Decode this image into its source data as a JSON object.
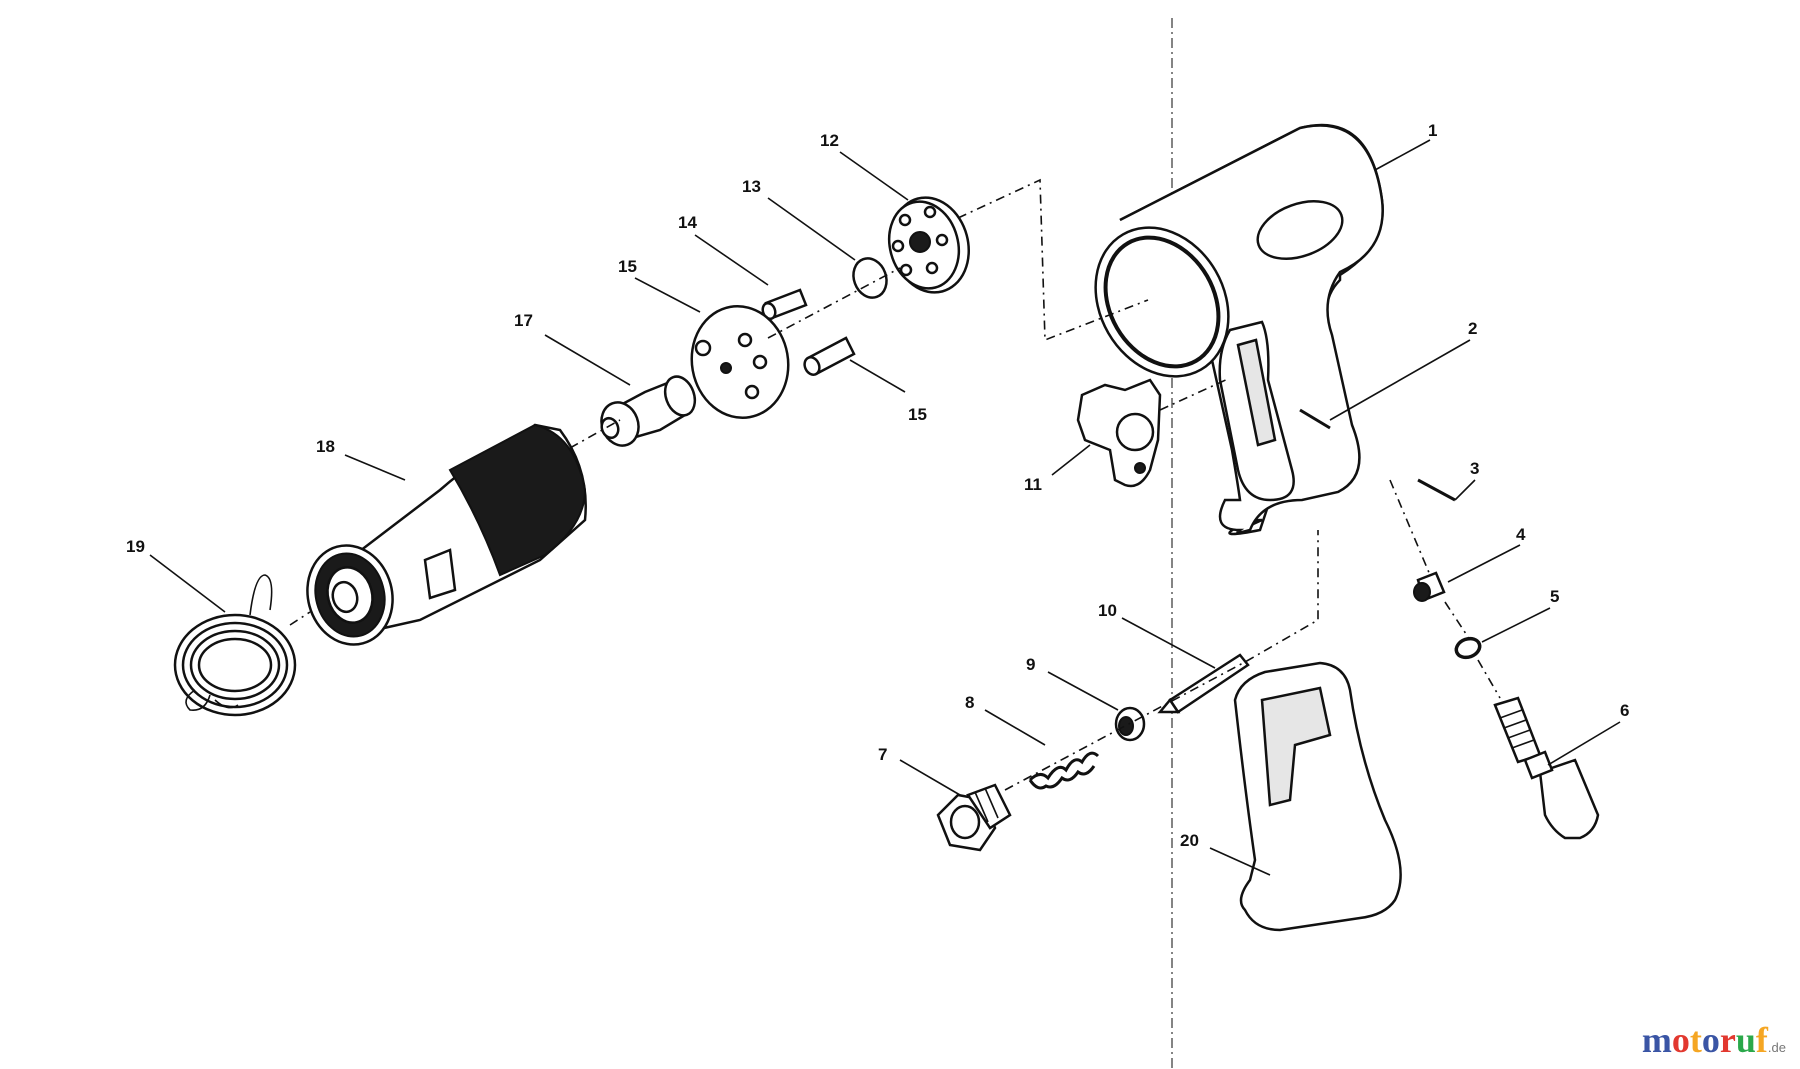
{
  "diagram": {
    "callouts": [
      {
        "id": "1",
        "label": "1"
      },
      {
        "id": "2",
        "label": "2"
      },
      {
        "id": "3",
        "label": "3"
      },
      {
        "id": "4",
        "label": "4"
      },
      {
        "id": "5",
        "label": "5"
      },
      {
        "id": "6",
        "label": "6"
      },
      {
        "id": "7",
        "label": "7"
      },
      {
        "id": "8",
        "label": "8"
      },
      {
        "id": "9",
        "label": "9"
      },
      {
        "id": "10",
        "label": "10"
      },
      {
        "id": "11",
        "label": "11"
      },
      {
        "id": "12",
        "label": "12"
      },
      {
        "id": "13",
        "label": "13"
      },
      {
        "id": "14",
        "label": "14"
      },
      {
        "id": "15a",
        "label": "15"
      },
      {
        "id": "15b",
        "label": "15"
      },
      {
        "id": "17",
        "label": "17"
      },
      {
        "id": "18",
        "label": "18"
      },
      {
        "id": "19",
        "label": "19"
      },
      {
        "id": "20",
        "label": "20"
      }
    ]
  },
  "watermark": {
    "text": "motoruf",
    "suffix": ".de",
    "letter_colors": [
      "#3a55a5",
      "#e2382f",
      "#f5a623",
      "#3a55a5",
      "#e2382f",
      "#2aa84a",
      "#f5a623"
    ]
  }
}
